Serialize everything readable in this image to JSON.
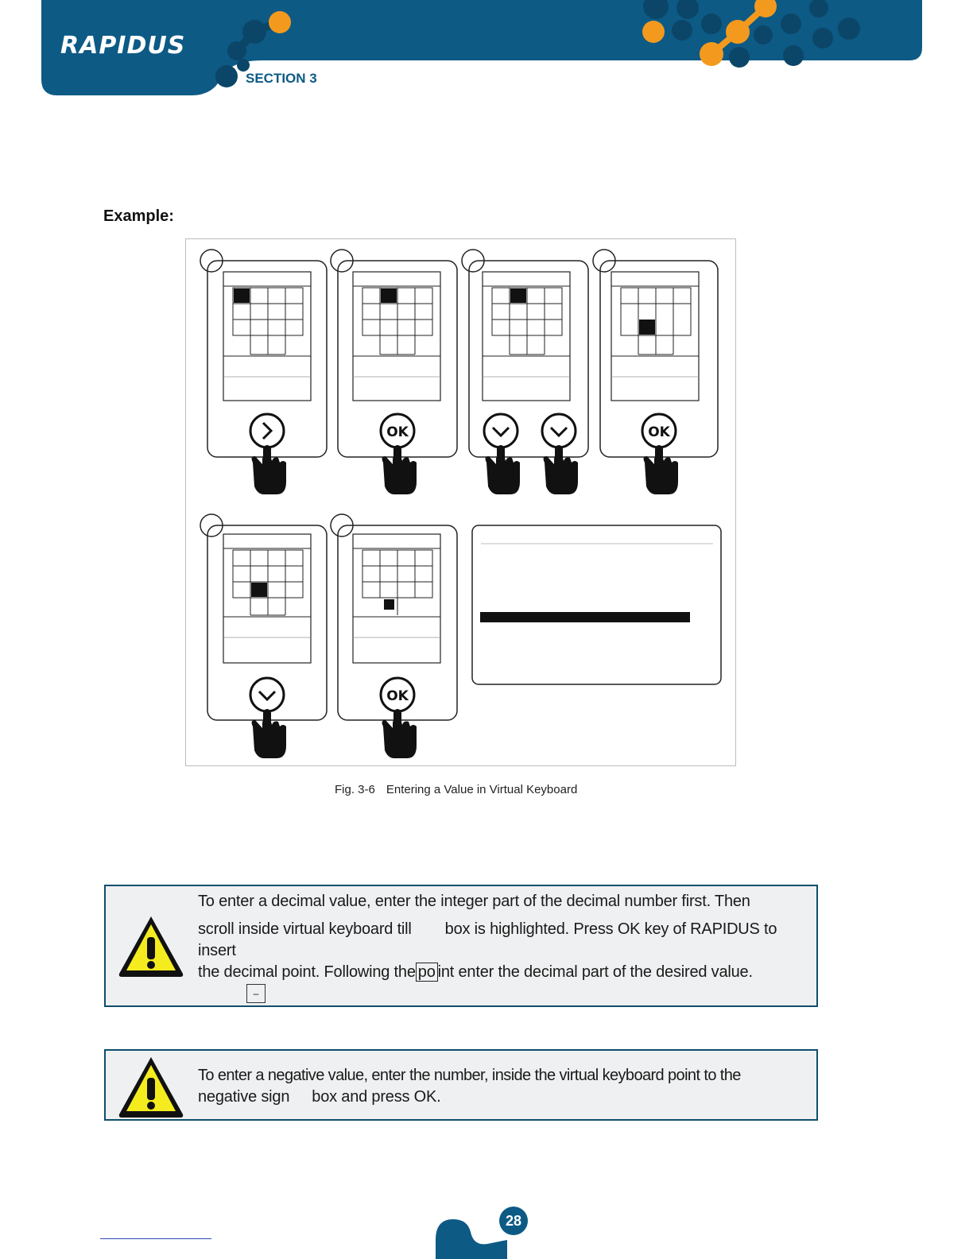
{
  "header": {
    "brand": "RAPIDUS",
    "section": "SECTION 3",
    "colors": {
      "navy": "#0d5a85",
      "dark_navy": "#0b4668",
      "orange": "#f39a1e"
    }
  },
  "main": {
    "example_label": "Example:",
    "figure": {
      "caption_number": "Fig. 3-6",
      "caption_text": "Entering a Value in Virtual Keyboard",
      "button_labels": {
        "ok": "OK"
      }
    }
  },
  "notes": [
    {
      "lines": [
        "To enter a decimal value, enter the integer part of the decimal number first. Then",
        "scroll inside virtual keyboard till",
        "box is highlighted. Press OK key of RAPIDUS to",
        "insert",
        "the decimal point. Following the",
        "po",
        "int enter the decimal part of the desired value.",
        "–"
      ],
      "icon": "warning-icon"
    },
    {
      "lines": [
        "To enter a negative value, enter the number, inside the virtual keyboard point to the",
        "negative sign",
        "box and press OK."
      ],
      "icon": "warning-icon"
    }
  ],
  "footer": {
    "page_number": "28"
  }
}
